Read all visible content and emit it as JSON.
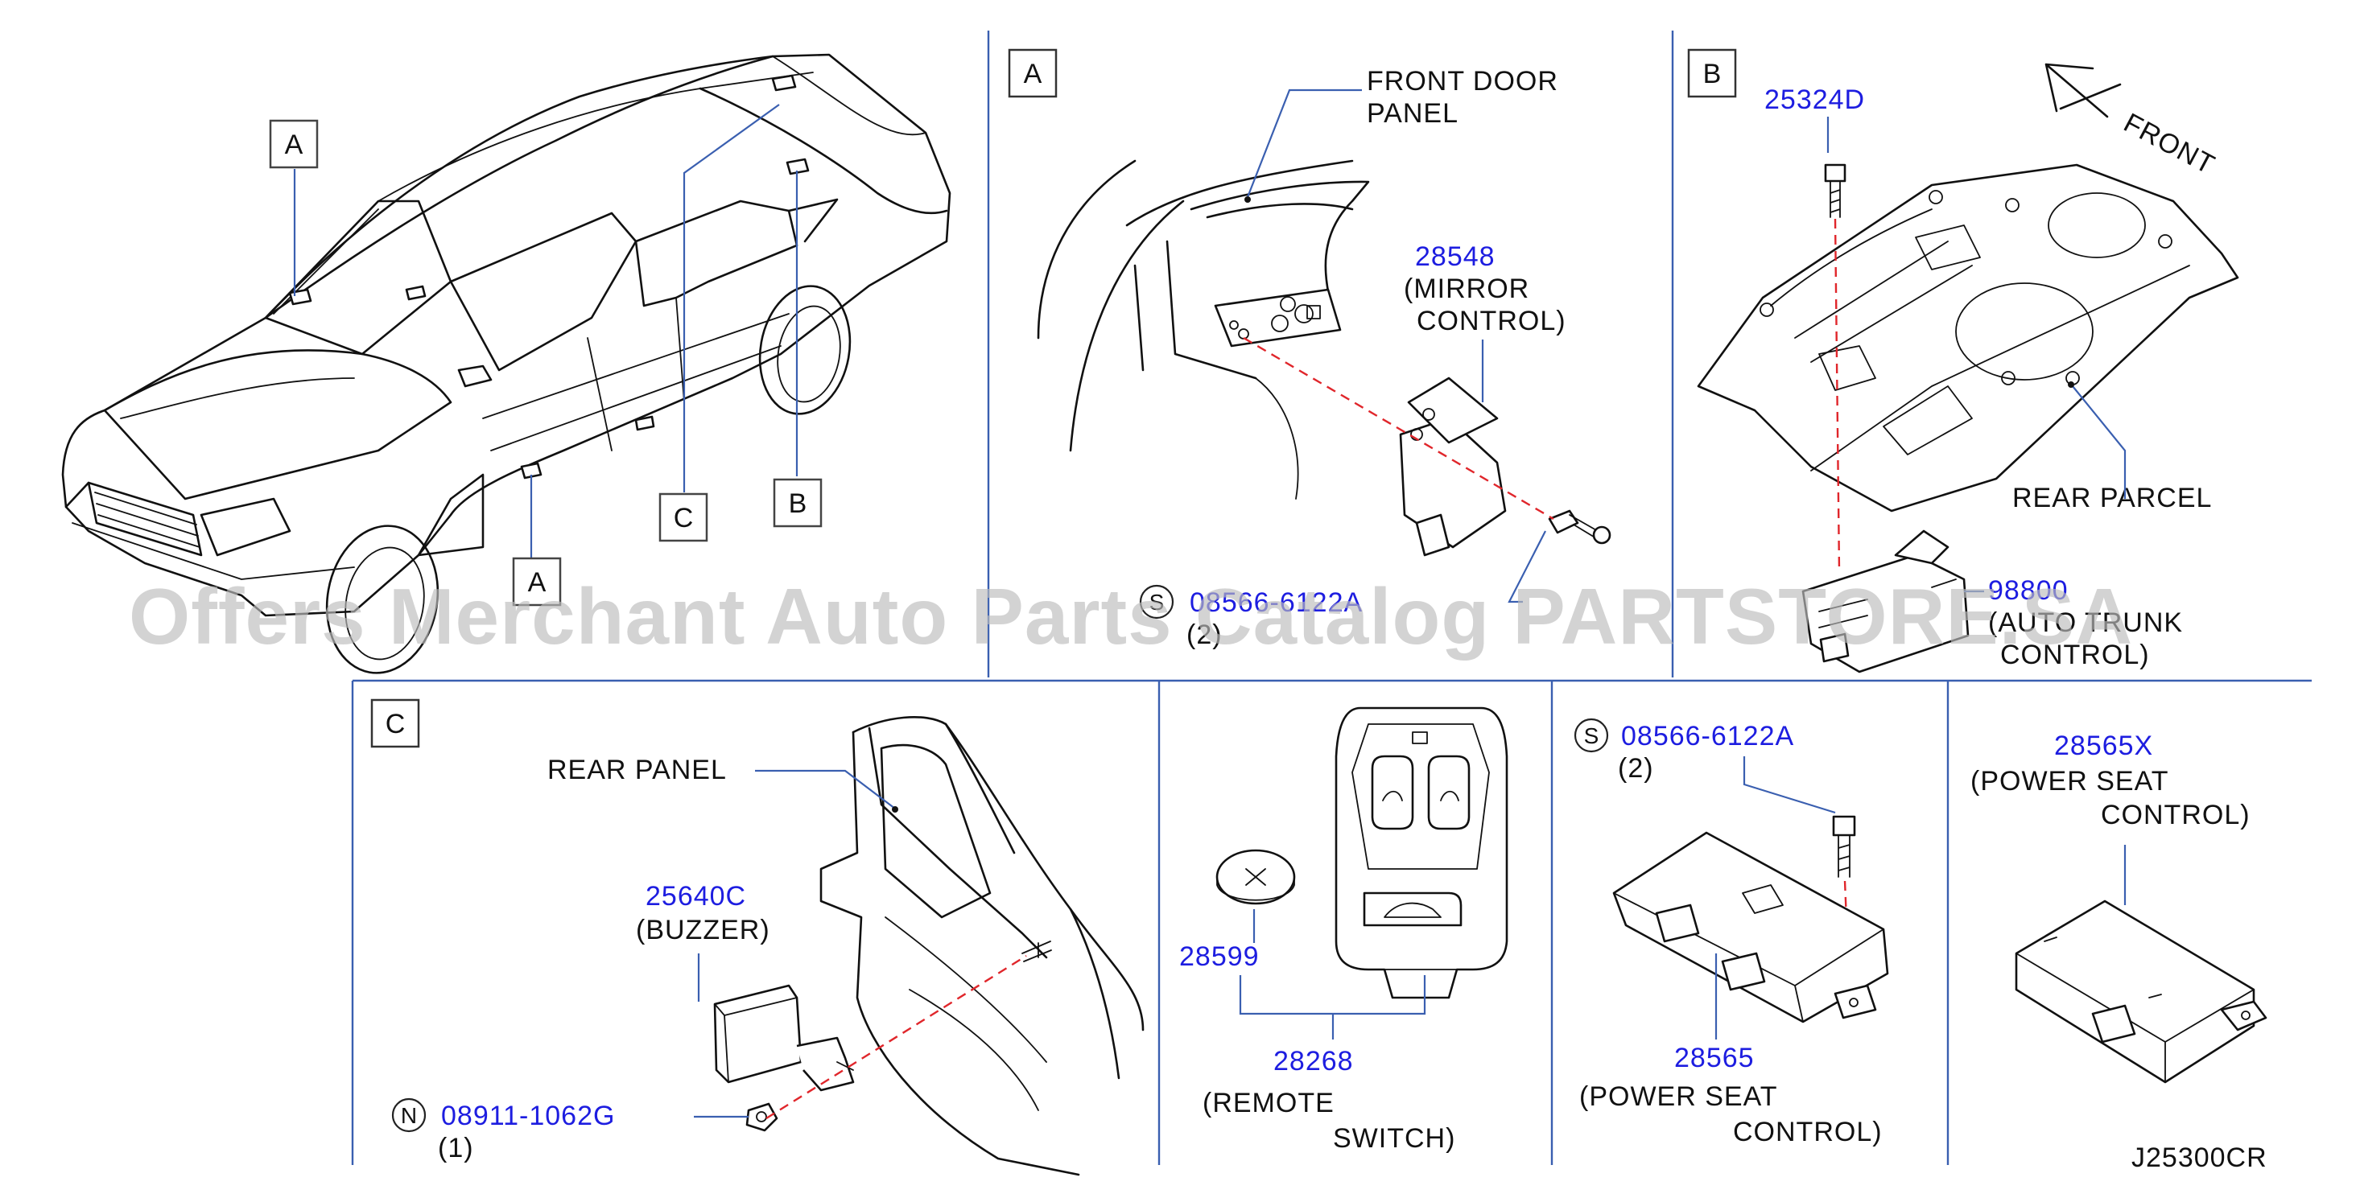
{
  "overview": {
    "callouts": [
      "A",
      "A",
      "C",
      "B"
    ]
  },
  "section_a": {
    "tag": "A",
    "front_door_panel": [
      "FRONT  DOOR",
      "PANEL"
    ],
    "mirror_control_pn": "28548",
    "mirror_control_name": [
      "(MIRROR",
      "CONTROL)"
    ],
    "bolt_symbol": "S",
    "bolt_pn": "08566-6122A",
    "bolt_qty": "(2)"
  },
  "section_b": {
    "tag": "B",
    "screw_pn": "25324D",
    "front_label": "FRONT",
    "rear_parcel": "REAR  PARCEL",
    "trunk_pn": "98800",
    "trunk_name": [
      "(AUTO  TRUNK",
      "CONTROL)"
    ]
  },
  "section_c": {
    "tag": "C",
    "rear_panel": "REAR  PANEL",
    "buzzer_pn": "25640C",
    "buzzer_name": "(BUZZER)",
    "nut_symbol": "N",
    "nut_pn": "08911-1062G",
    "nut_qty": "(1)"
  },
  "remote": {
    "battery_pn": "28599",
    "switch_pn": "28268",
    "switch_name": [
      "(REMOTE",
      "SWITCH)"
    ]
  },
  "seat_control_1": {
    "bolt_symbol": "S",
    "bolt_pn": "08566-6122A",
    "bolt_qty": "(2)",
    "pn": "28565",
    "name": [
      "(POWER  SEAT",
      "CONTROL)"
    ]
  },
  "seat_control_2": {
    "pn": "28565X",
    "name": [
      "(POWER  SEAT",
      "CONTROL)"
    ]
  },
  "diagram_code": "J25300CR",
  "watermark": "Offers Merchant Auto Parts Catalog PARTSTORE.SA",
  "colors": {
    "part_number": "#1d1de0",
    "divider": "#3a5fb0",
    "dashed_leader": "#e0262b",
    "watermark": "#bdbdbd"
  }
}
